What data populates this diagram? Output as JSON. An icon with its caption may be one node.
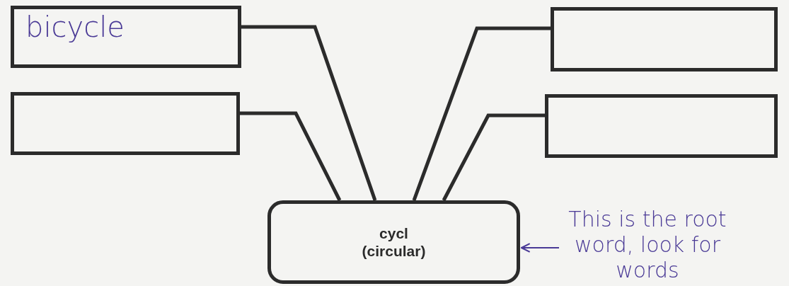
{
  "diagram": {
    "nodes": [
      {
        "text": [
          "bicycle"
        ]
      },
      {
        "text": [],
        "shape": "box"
      },
      {
        "text": [],
        "shape": "box"
      },
      {
        "text": [],
        "shape": "box"
      },
      {
        "text": [
          "cycl (circular)"
        ]
      },
      {
        "text": [
          "This is the root word, look for words"
        ]
      }
    ],
    "edges": [
      {
        "from": 0,
        "to": 4,
        "arrow": "none"
      },
      {
        "from": 1,
        "to": 4,
        "arrow": "none"
      },
      {
        "from": 2,
        "to": 4,
        "arrow": "none"
      },
      {
        "from": 3,
        "to": 4,
        "arrow": "none"
      },
      {
        "from": 5,
        "to": 4,
        "arrow": "to",
        "color": "#4a3a96"
      }
    ]
  }
}
